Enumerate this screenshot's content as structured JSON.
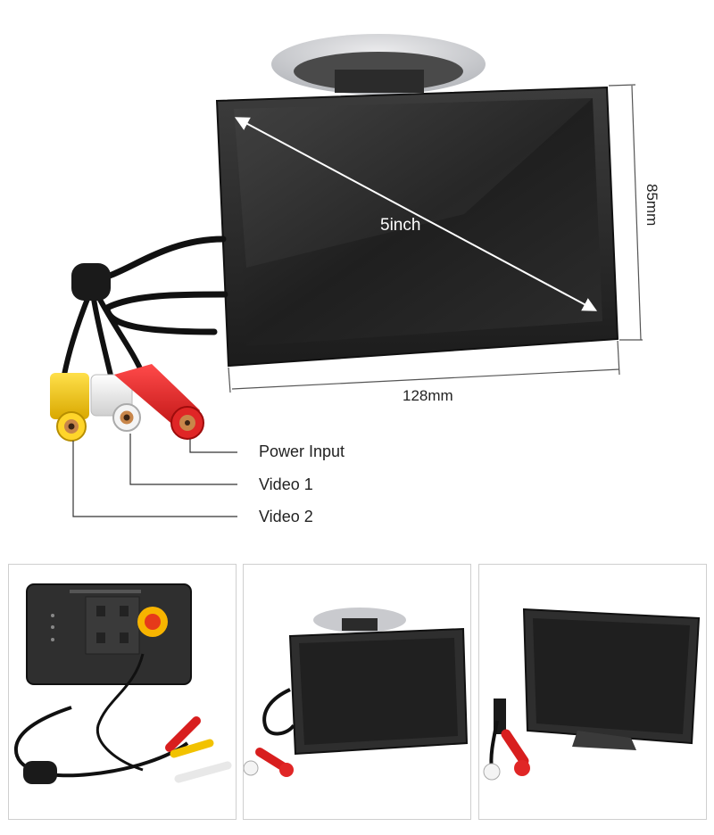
{
  "dimensions": {
    "diagonal": "5inch",
    "width": "128mm",
    "height": "85mm"
  },
  "connectors": {
    "power": "Power Input",
    "video1": "Video 1",
    "video2": "Video 2"
  },
  "colors": {
    "screen": "#232323",
    "bezel": "#2e2e2e",
    "red_plug": "#d81e1e",
    "white_plug": "#ededed",
    "yellow_plug": "#f2c200",
    "cable": "#111111"
  },
  "icons": [
    "suction-cup-icon",
    "rca-plug-icon",
    "dc-power-plug-icon"
  ]
}
